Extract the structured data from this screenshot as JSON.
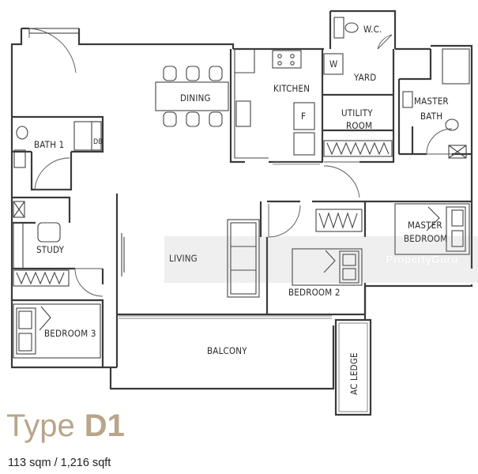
{
  "plan": {
    "rooms": {
      "wc": "W.C.",
      "yard": "YARD",
      "kitchen": "KITCHEN",
      "dining": "DINING",
      "utility_line1": "UTILITY",
      "utility_line2": "ROOM",
      "master_bath_line1": "MASTER",
      "master_bath_line2": "BATH",
      "bath1": "BATH 1",
      "db": "DB",
      "study": "STUDY",
      "living": "LIVING",
      "bedroom2": "BEDROOM 2",
      "master_bedroom_line1": "MASTER",
      "master_bedroom_line2": "BEDROOM",
      "bedroom3": "BEDROOM 3",
      "balcony": "BALCONY",
      "ac_ledge": "AC LEDGE",
      "w_appliance": "W",
      "f_appliance": "F"
    }
  },
  "unit": {
    "type_word": "Type",
    "type_code": "D1",
    "area": "113 sqm / 1,216 sqft"
  },
  "watermark": "PropertyGuru",
  "colors": {
    "title": "#b9a58a",
    "wall": "#3a3a3a",
    "watermark_band": "#808080"
  }
}
